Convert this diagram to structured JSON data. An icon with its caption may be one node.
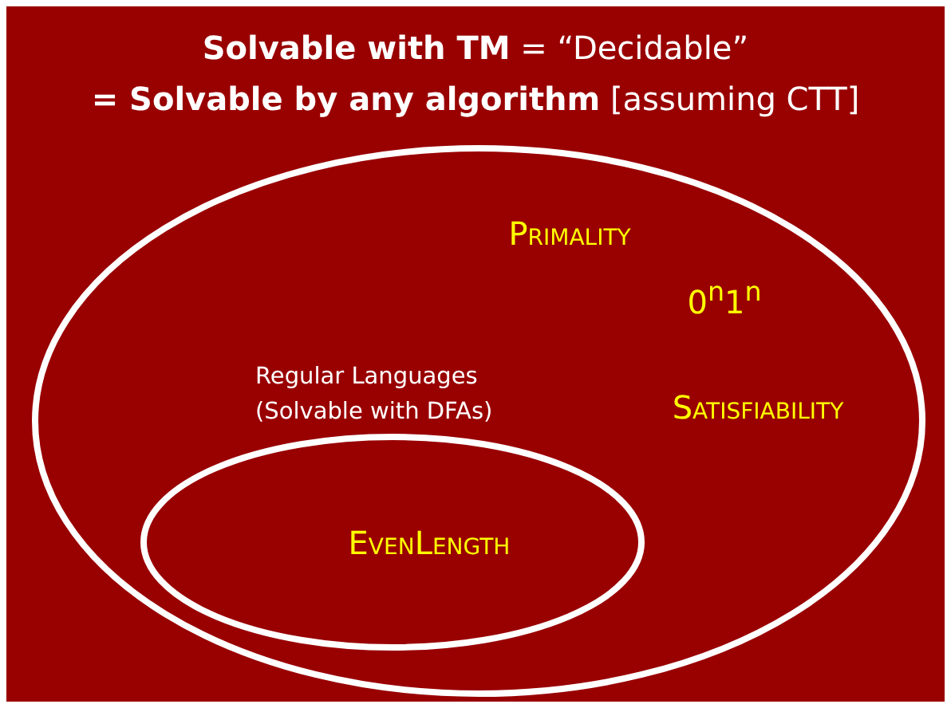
{
  "diagram": {
    "title": "**Solvable with TM** = “Decidable” **= Solvable by any algorithm** [assuming CTT]",
    "nodes": [
      {
        "text": [
          "Primality",
          "0$^{n}$1$^{n}$",
          "Satisfiability"
        ]
      },
      {
        "text": [
          "Regular Languages (Solvable with DFAs)",
          "EvenLength"
        ],
        "in": 0
      }
    ]
  }
}
